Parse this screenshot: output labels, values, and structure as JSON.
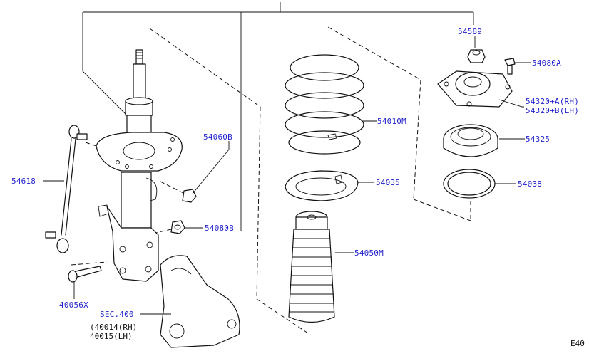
{
  "diagram": {
    "code": "E40",
    "labels": {
      "p54589": "54589",
      "p54080A": "54080A",
      "p54320": [
        "54320+A(RH)",
        "54320+B(LH)"
      ],
      "p54325": "54325",
      "p54038": "54038",
      "p54010M": "54010M",
      "p54035": "54035",
      "p54050M": "54050M",
      "p54060B": "54060B",
      "p54080B": "54080B",
      "p54618": "54618",
      "p40056X": "40056X",
      "sec": "SEC.400",
      "sec_sub": [
        "(40014(RH)",
        " 40015(LH)"
      ]
    }
  }
}
